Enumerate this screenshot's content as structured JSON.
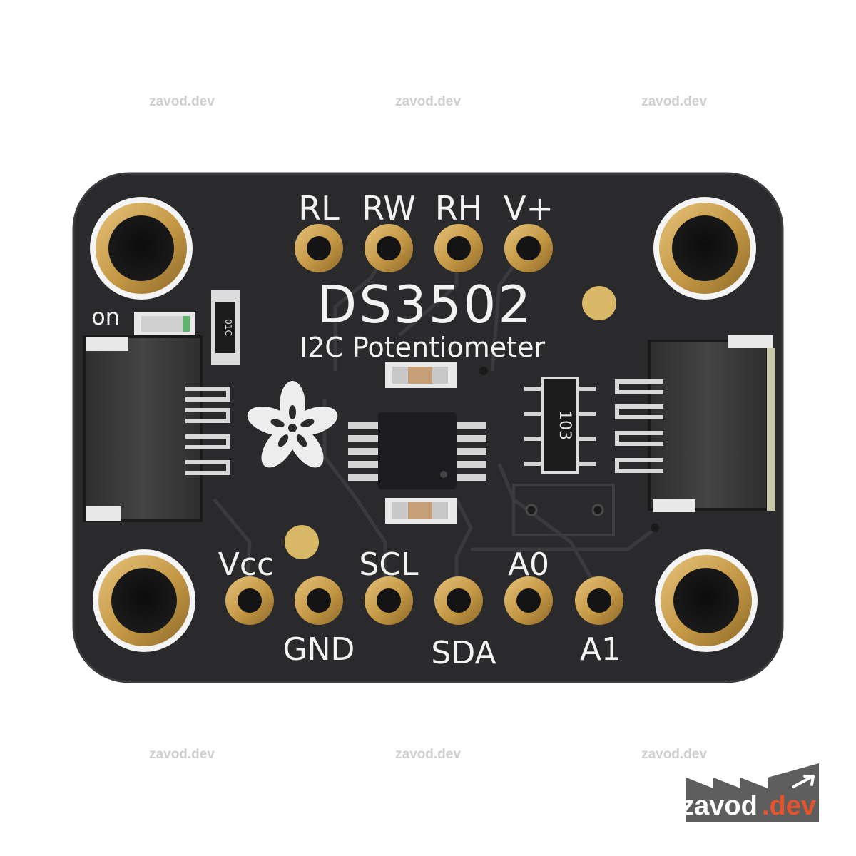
{
  "watermarks": [
    "zavod.dev",
    "zavod.dev",
    "zavod.dev",
    "zavod.dev",
    "zavod.dev",
    "zavod.dev"
  ],
  "board": {
    "title": "DS3502",
    "subtitle": "I2C Potentiometer",
    "led_label": "on",
    "top_pins": [
      "RL",
      "RW",
      "RH",
      "V+"
    ],
    "bottom_pins_upper": [
      "Vcc",
      "SCL",
      "A0"
    ],
    "bottom_pins_lower": [
      "GND",
      "SDA",
      "A1"
    ],
    "resistor_small_marking": "01C",
    "resistor_array_marking": "103",
    "colors": {
      "pcb": "#2a2a2c",
      "gold": "#c8a050",
      "silk": "#f2f2f2",
      "connector": "#3a3a3a"
    }
  },
  "logo": {
    "name": "zavod",
    "tld": ".dev",
    "colors": {
      "background": "#5e5e5e",
      "tld": "#e4532b",
      "text": "#ffffff"
    }
  }
}
